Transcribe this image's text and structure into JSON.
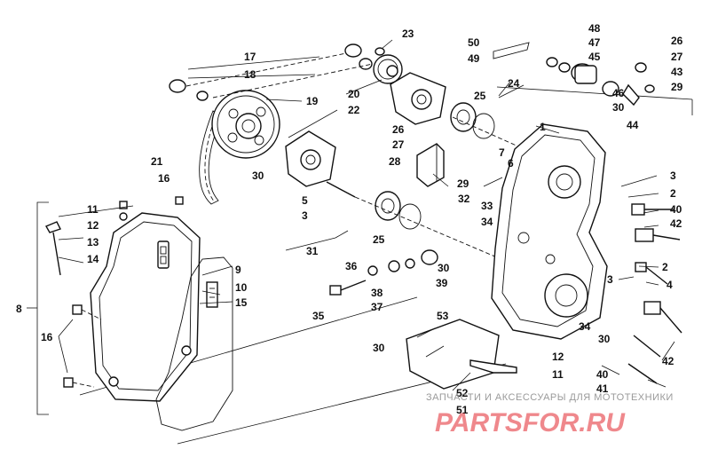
{
  "callouts": [
    {
      "id": "1",
      "text": "1"
    },
    {
      "id": "2a",
      "text": "2"
    },
    {
      "id": "2b",
      "text": "2"
    },
    {
      "id": "3a",
      "text": "3"
    },
    {
      "id": "3b",
      "text": "3"
    },
    {
      "id": "3c",
      "text": "3"
    },
    {
      "id": "4",
      "text": "4"
    },
    {
      "id": "5",
      "text": "5"
    },
    {
      "id": "6",
      "text": "6"
    },
    {
      "id": "7",
      "text": "7"
    },
    {
      "id": "8",
      "text": "8"
    },
    {
      "id": "9",
      "text": "9"
    },
    {
      "id": "10",
      "text": "10"
    },
    {
      "id": "11a",
      "text": "11"
    },
    {
      "id": "11b",
      "text": "11"
    },
    {
      "id": "12a",
      "text": "12"
    },
    {
      "id": "12b",
      "text": "12"
    },
    {
      "id": "13",
      "text": "13"
    },
    {
      "id": "14",
      "text": "14"
    },
    {
      "id": "15",
      "text": "15"
    },
    {
      "id": "16a",
      "text": "16"
    },
    {
      "id": "16b",
      "text": "16"
    },
    {
      "id": "17",
      "text": "17"
    },
    {
      "id": "18",
      "text": "18"
    },
    {
      "id": "19",
      "text": "19"
    },
    {
      "id": "20",
      "text": "20"
    },
    {
      "id": "21",
      "text": "21"
    },
    {
      "id": "22",
      "text": "22"
    },
    {
      "id": "23",
      "text": "23"
    },
    {
      "id": "24",
      "text": "24"
    },
    {
      "id": "25a",
      "text": "25"
    },
    {
      "id": "25b",
      "text": "25"
    },
    {
      "id": "26a",
      "text": "26"
    },
    {
      "id": "26b",
      "text": "26"
    },
    {
      "id": "27a",
      "text": "27"
    },
    {
      "id": "27b",
      "text": "27"
    },
    {
      "id": "28",
      "text": "28"
    },
    {
      "id": "29a",
      "text": "29"
    },
    {
      "id": "29b",
      "text": "29"
    },
    {
      "id": "30a",
      "text": "30"
    },
    {
      "id": "30b",
      "text": "30"
    },
    {
      "id": "30c",
      "text": "30"
    },
    {
      "id": "30d",
      "text": "30"
    },
    {
      "id": "30e",
      "text": "30"
    },
    {
      "id": "31",
      "text": "31"
    },
    {
      "id": "32",
      "text": "32"
    },
    {
      "id": "33",
      "text": "33"
    },
    {
      "id": "34a",
      "text": "34"
    },
    {
      "id": "34b",
      "text": "34"
    },
    {
      "id": "35",
      "text": "35"
    },
    {
      "id": "36",
      "text": "36"
    },
    {
      "id": "37",
      "text": "37"
    },
    {
      "id": "38",
      "text": "38"
    },
    {
      "id": "39",
      "text": "39"
    },
    {
      "id": "40a",
      "text": "40"
    },
    {
      "id": "40b",
      "text": "40"
    },
    {
      "id": "41",
      "text": "41"
    },
    {
      "id": "42a",
      "text": "42"
    },
    {
      "id": "42b",
      "text": "42"
    },
    {
      "id": "43",
      "text": "43"
    },
    {
      "id": "44",
      "text": "44"
    },
    {
      "id": "45",
      "text": "45"
    },
    {
      "id": "46",
      "text": "46"
    },
    {
      "id": "47",
      "text": "47"
    },
    {
      "id": "48",
      "text": "48"
    },
    {
      "id": "49",
      "text": "49"
    },
    {
      "id": "50",
      "text": "50"
    },
    {
      "id": "51",
      "text": "51"
    },
    {
      "id": "52",
      "text": "52"
    },
    {
      "id": "53",
      "text": "53"
    }
  ],
  "watermark": {
    "tagline": "ЗАПЧАСТИ И АКСЕССУАРЫ ДЛЯ МОТОТЕХНИКИ",
    "brand": "PARTSFOR.RU"
  },
  "colors": {
    "line": "#111111",
    "watermark_text": "#9a9a9a",
    "watermark_brand": "#e2272f"
  }
}
